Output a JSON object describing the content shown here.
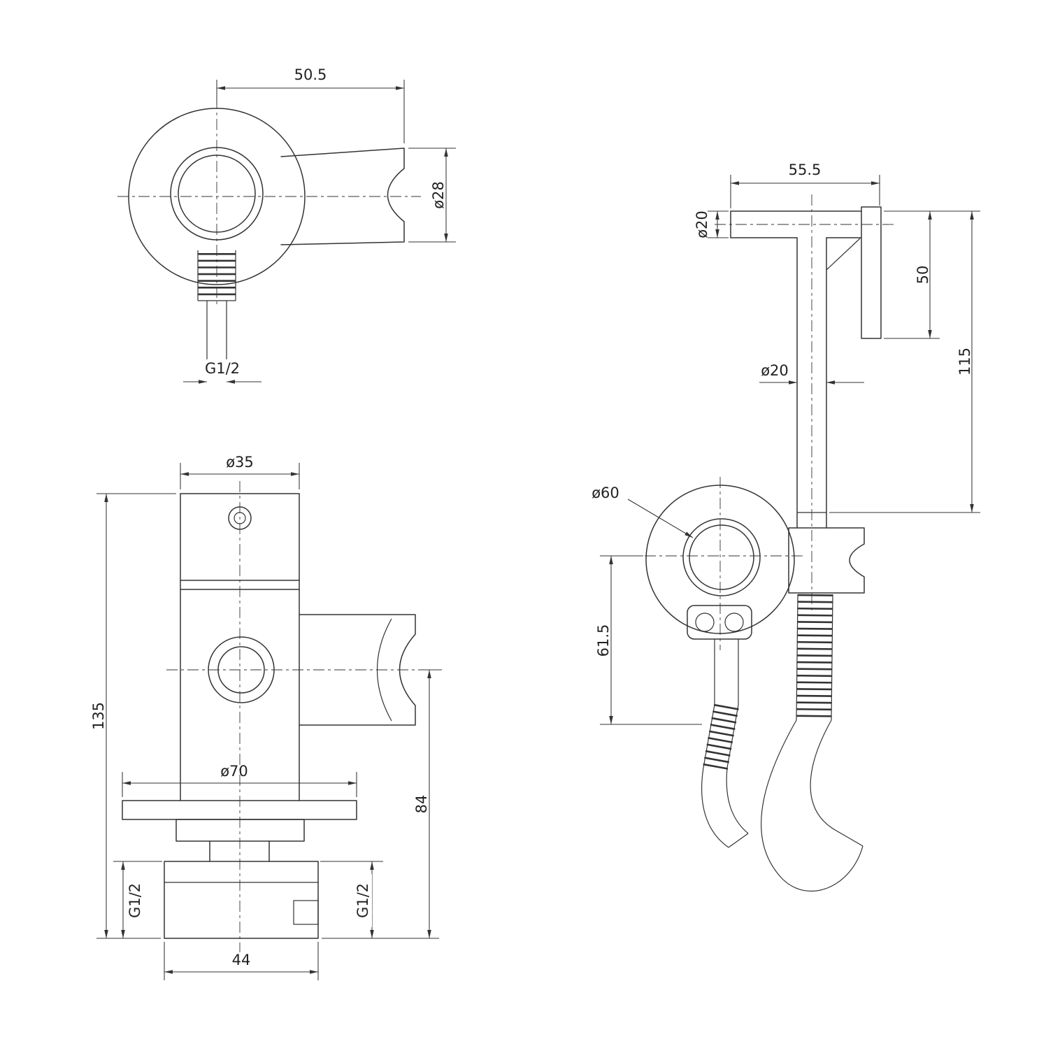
{
  "drawing": {
    "background": "#ffffff",
    "line_color": "#333333",
    "views": {
      "top": {
        "name": "holder-top-view",
        "dim_width": "50.5",
        "dim_cup_diameter": "ø28",
        "dim_thread": "G1/2"
      },
      "front": {
        "name": "valve-front-view",
        "dim_cap_diameter": "ø35",
        "dim_total_height": "135",
        "dim_flange_diameter": "ø70",
        "dim_holder_height": "84",
        "dim_body_width": "44",
        "dim_thread_left": "G1/2",
        "dim_thread_right": "G1/2"
      },
      "side": {
        "name": "assembly-side-view",
        "dim_arm_length": "55.5",
        "dim_arm_diameter": "ø20",
        "dim_plate_height": "50",
        "dim_overall_height": "115",
        "dim_tube_diameter": "ø20",
        "dim_body_diameter": "ø60",
        "dim_outlet_drop": "61.5"
      }
    }
  }
}
